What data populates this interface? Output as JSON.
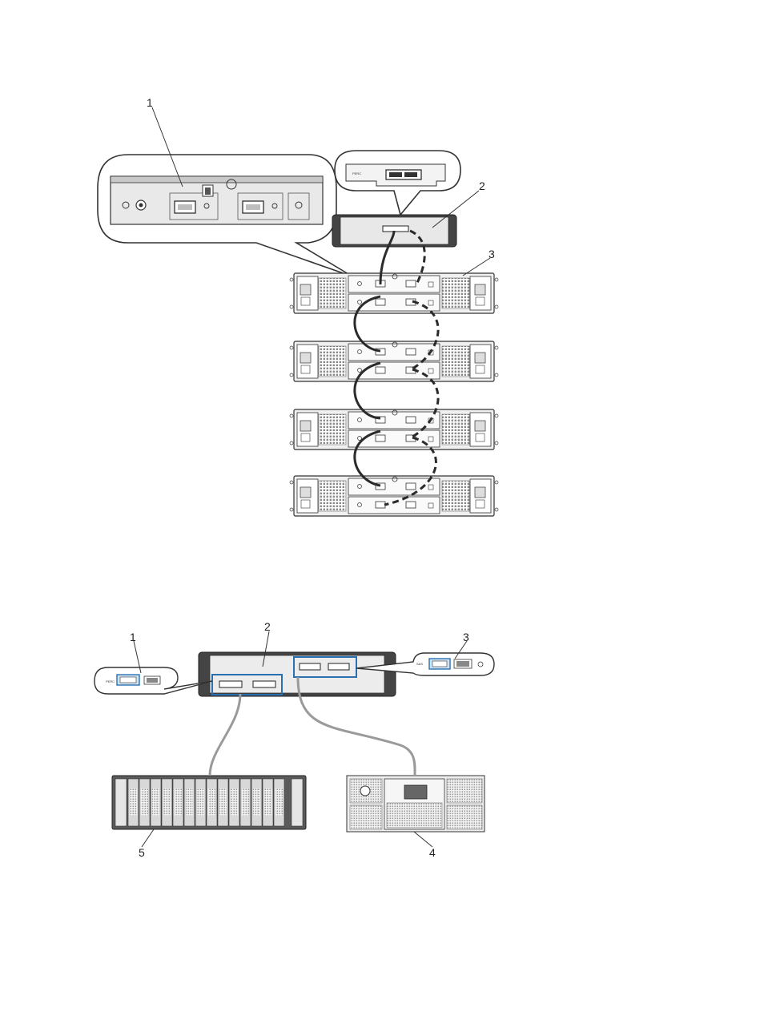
{
  "figure1": {
    "callouts": [
      {
        "id": "c1",
        "text": "1"
      },
      {
        "id": "c2",
        "text": "2"
      },
      {
        "id": "c3",
        "text": "3"
      }
    ],
    "card_label": "PERC"
  },
  "figure2": {
    "callouts": [
      {
        "id": "c1",
        "text": "1"
      },
      {
        "id": "c2",
        "text": "2"
      },
      {
        "id": "c3",
        "text": "3"
      },
      {
        "id": "c4",
        "text": "4"
      },
      {
        "id": "c5",
        "text": "5"
      }
    ],
    "port_label_left": "PERC",
    "port_label_right": "SAS"
  },
  "colors": {
    "outline": "#333333",
    "panel": "#e6e6e6",
    "panel_dark": "#bdbdbd",
    "highlight": "#2a6fb0",
    "cable": "#2b2b2b",
    "cable_grey": "#9a9a9a"
  }
}
